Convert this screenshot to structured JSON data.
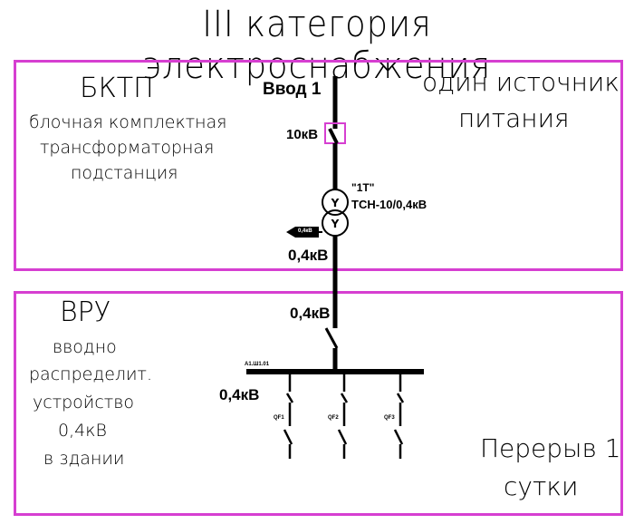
{
  "title": "III категория электроснабжения",
  "bktp": {
    "name": "БКТП",
    "desc_line1": "блочная комплектная",
    "desc_line2": "трансформаторная",
    "desc_line3": "подстанция",
    "source_line1": "один источник",
    "source_line2": "питания"
  },
  "vru": {
    "name": "ВРУ",
    "desc_line1": "вводно",
    "desc_line2": "распределит.",
    "desc_line3": "устройство",
    "desc_line4": "0,4кВ",
    "desc_line5": "в здании",
    "outage_line1": "Перерыв 1",
    "outage_line2": "сутки"
  },
  "scheme": {
    "input_label": "Ввод 1",
    "hv_label": "10кВ",
    "transformer_name": "\"1Т\"",
    "transformer_type": "ТСН-10/0,4кВ",
    "lv_label_bktp": "0,4кВ",
    "lv_label_vru": "0,4кВ",
    "bus_label": "0,4кВ",
    "bus_tag": "А1.Ш1.01",
    "aux_tag": "0,4кВ",
    "breakers": [
      "QF1",
      "QF2",
      "QF3"
    ]
  },
  "colors": {
    "frame": "#d63fd1",
    "lines": "#000000"
  }
}
